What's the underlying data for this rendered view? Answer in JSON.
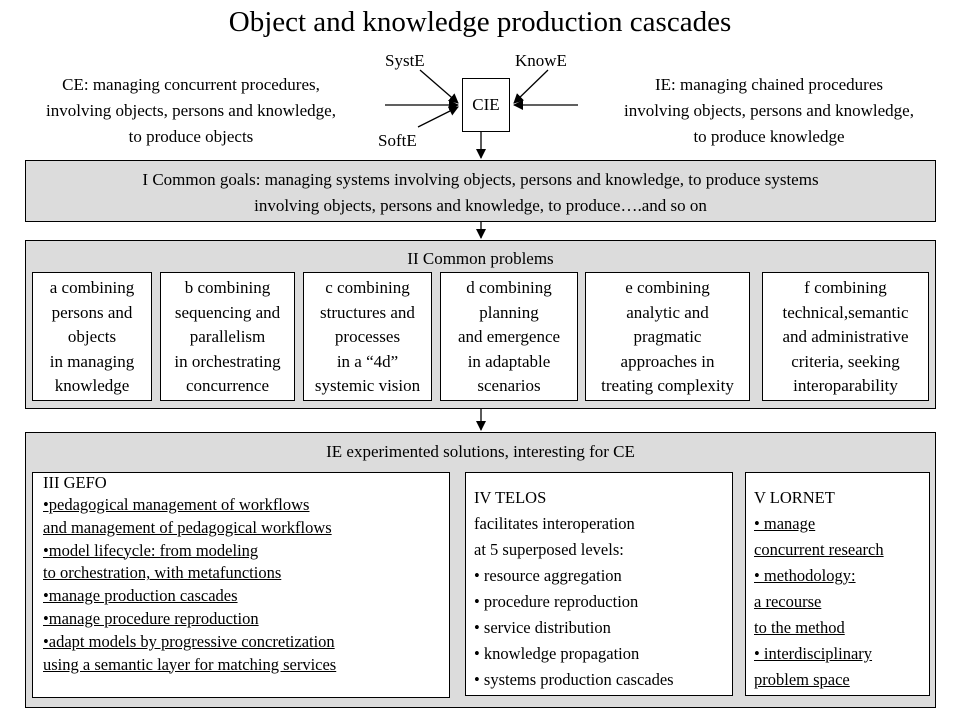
{
  "title": "Object and knowledge production cascades",
  "top": {
    "syste": "SystE",
    "knowe": "KnowE",
    "softe": "SoftE",
    "cie": "CIE",
    "ce_lines": [
      "CE: managing concurrent procedures,",
      "involving objects, persons and knowledge,",
      "to produce objects"
    ],
    "ie_lines": [
      "IE: managing chained procedures",
      "involving objects, persons and knowledge,",
      "to produce knowledge"
    ]
  },
  "goals": {
    "lines": [
      "I Common goals: managing systems involving objects, persons and knowledge, to produce systems",
      "involving objects, persons and knowledge, to produce….and so on"
    ]
  },
  "problems": {
    "title": "II Common problems",
    "items": [
      {
        "lines": [
          "a combining",
          "persons and",
          "objects",
          "in managing",
          "knowledge"
        ]
      },
      {
        "lines": [
          "b combining",
          "sequencing and",
          "parallelism",
          "in orchestrating",
          "concurrence"
        ]
      },
      {
        "lines": [
          "c combining",
          "structures and",
          "processes",
          "in a “4d”",
          "systemic vision"
        ]
      },
      {
        "lines": [
          "d combining",
          "planning",
          "and emergence",
          "in adaptable",
          "scenarios"
        ]
      },
      {
        "lines": [
          "e combining",
          "analytic and",
          "pragmatic",
          "approaches in",
          "treating complexity"
        ]
      },
      {
        "lines": [
          "f combining",
          "technical,semantic",
          "and administrative",
          "criteria, seeking",
          "interoparability"
        ]
      }
    ]
  },
  "solutions": {
    "title": "IE experimented solutions, interesting for CE",
    "gefo": {
      "lines": [
        {
          "text": "III GEFO",
          "ul": false
        },
        {
          "text": "•pedagogical management of workflows",
          "ul": true
        },
        {
          "text": "and management of pedagogical workflows",
          "ul": true
        },
        {
          "text": "•model lifecycle: from modeling ",
          "ul": true
        },
        {
          "text": "to orchestration, with metafunctions",
          "ul": true
        },
        {
          "text": "•manage production cascades",
          "ul": true
        },
        {
          "text": "•manage procedure reproduction",
          "ul": true
        },
        {
          "text": "•adapt models by progressive concretization",
          "ul": true
        },
        {
          "text": "using a semantic layer for matching services",
          "ul": true
        }
      ]
    },
    "telos": {
      "lines": [
        {
          "text": "IV TELOS",
          "ul": false
        },
        {
          "text": "facilitates interoperation",
          "ul": false
        },
        {
          "text": "at 5 superposed levels:",
          "ul": false
        },
        {
          "text": "• resource aggregation",
          "ul": false
        },
        {
          "text": "• procedure reproduction",
          "ul": false
        },
        {
          "text": "• service distribution",
          "ul": false
        },
        {
          "text": "• knowledge propagation",
          "ul": false
        },
        {
          "text": "• systems production cascades",
          "ul": false
        }
      ]
    },
    "lornet": {
      "lines": [
        {
          "text": "V LORNET",
          "ul": false
        },
        {
          "text": "• manage ",
          "ul": true
        },
        {
          "text": "concurrent research",
          "ul": true
        },
        {
          "text": "• methodology:",
          "ul": true
        },
        {
          "text": "a recourse",
          "ul": true
        },
        {
          "text": "to the method",
          "ul": true
        },
        {
          "text": "• interdisciplinary",
          "ul": true
        },
        {
          "text": "problem space",
          "ul": true
        }
      ]
    }
  }
}
